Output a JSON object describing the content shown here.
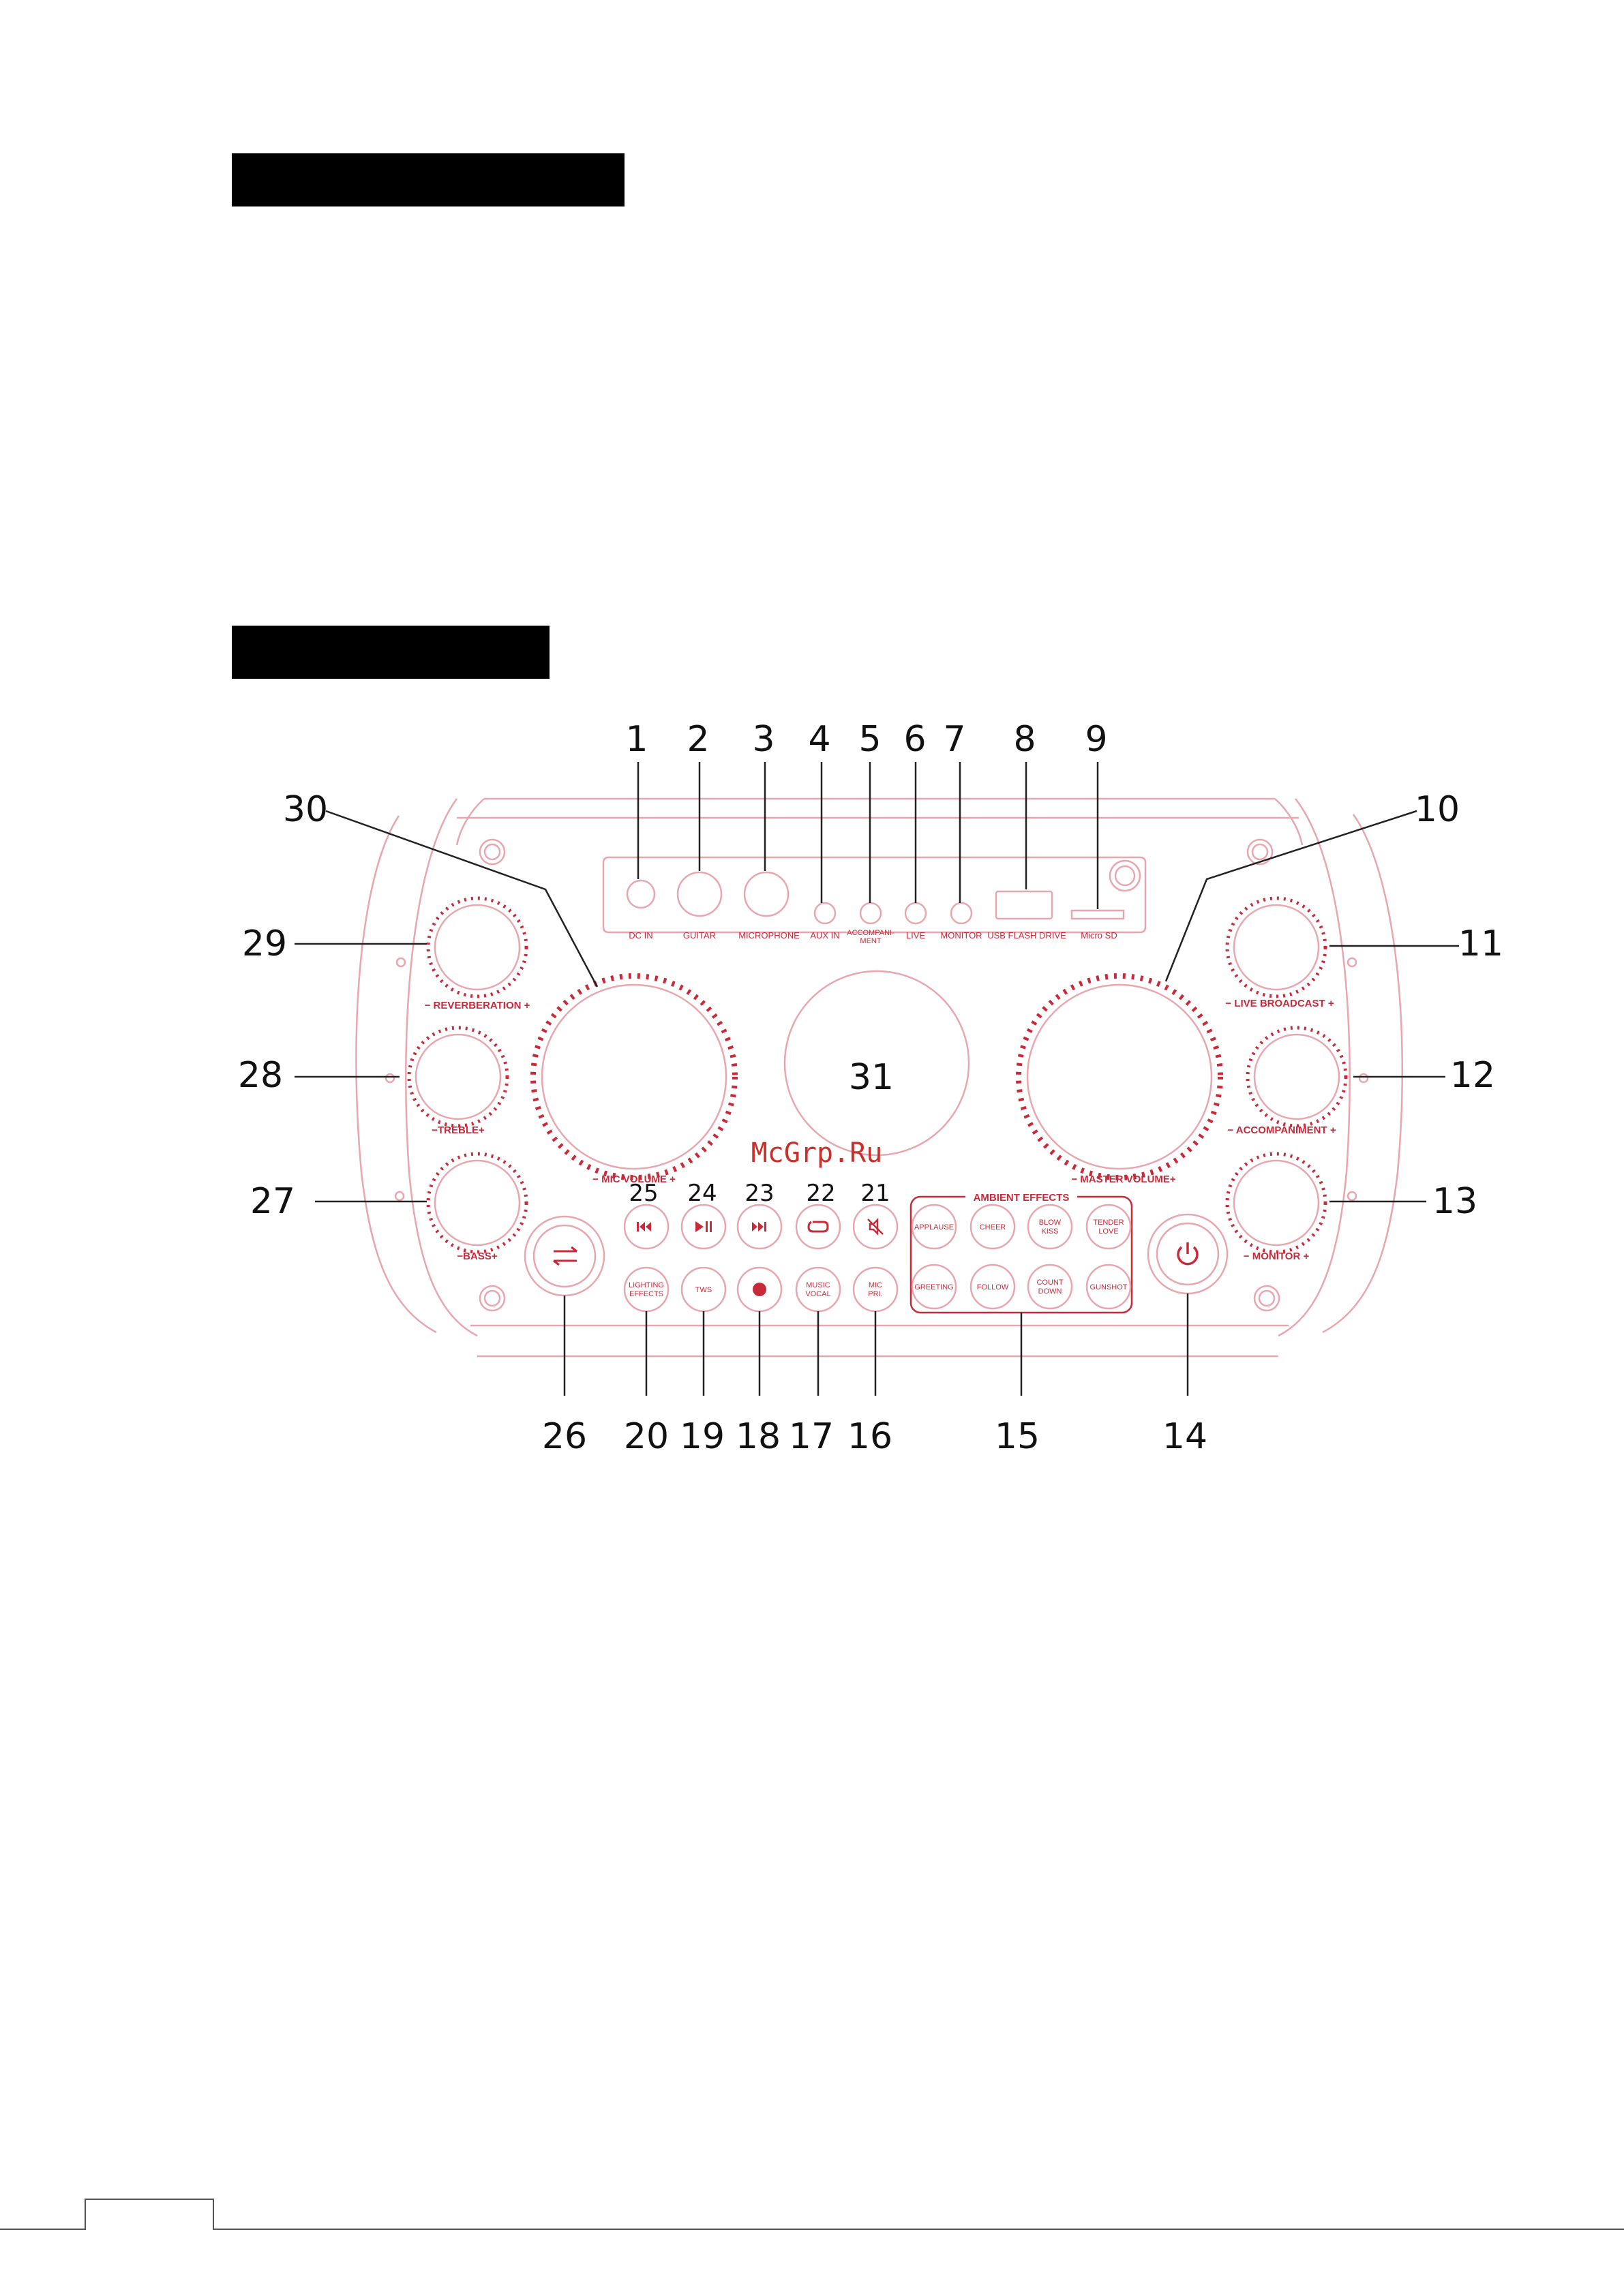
{
  "watermark": "McGrp.Ru",
  "top_ports": [
    {
      "num": "1",
      "label": "DC IN"
    },
    {
      "num": "2",
      "label": "GUITAR"
    },
    {
      "num": "3",
      "label": "MICROPHONE"
    },
    {
      "num": "4",
      "label": "AUX IN"
    },
    {
      "num": "5",
      "label": "ACCOMPANI-",
      "label2": "MENT"
    },
    {
      "num": "6",
      "label": "LIVE"
    },
    {
      "num": "7",
      "label": "MONITOR"
    },
    {
      "num": "8",
      "label": "USB FLASH DRIVE"
    },
    {
      "num": "9",
      "label": "Micro SD"
    }
  ],
  "left_knobs": [
    {
      "num": "29",
      "label": "REVERBERATION"
    },
    {
      "num": "28",
      "label": "TREBLE"
    },
    {
      "num": "27",
      "label": "BASS"
    }
  ],
  "right_knobs": [
    {
      "num": "11",
      "label": "LIVE BROADCAST"
    },
    {
      "num": "12",
      "label": "ACCOMPANIMENT"
    },
    {
      "num": "13",
      "label": "MONITOR"
    }
  ],
  "big_knobs": {
    "left": {
      "num": "30",
      "label": "MIC VOLUME"
    },
    "right": {
      "num": "10",
      "label": "MASTER VOLUME"
    }
  },
  "center": {
    "num": "31"
  },
  "transport_nums": [
    "25",
    "24",
    "23",
    "22",
    "21"
  ],
  "transport_icons": [
    "previous-icon",
    "play-pause-icon",
    "next-icon",
    "repeat-icon",
    "mute-icon"
  ],
  "bottom_buttons": [
    {
      "num": "20",
      "label": "LIGHTING",
      "label2": "EFFECTS"
    },
    {
      "num": "19",
      "label": "TWS"
    },
    {
      "num": "18",
      "label": ""
    },
    {
      "num": "17",
      "label": "MUSIC",
      "label2": "VOCAL"
    },
    {
      "num": "16",
      "label": "MIC",
      "label2": "PRI."
    }
  ],
  "mode_button": {
    "num": "26"
  },
  "power_button": {
    "num": "14"
  },
  "ambient": {
    "num": "15",
    "title": "AMBIENT EFFECTS",
    "row1": [
      {
        "label": "APPLAUSE"
      },
      {
        "label": "CHEER"
      },
      {
        "label": "BLOW",
        "label2": "KISS"
      },
      {
        "label": "TENDER",
        "label2": "LOVE"
      }
    ],
    "row2": [
      {
        "label": "GREETING"
      },
      {
        "label": "FOLLOW"
      },
      {
        "label": "COUNT",
        "label2": "DOWN"
      },
      {
        "label": "GUNSHOT"
      }
    ]
  },
  "colors": {
    "accent": "#c92a3a",
    "outline": "#e8a7ae",
    "text": "#111111"
  }
}
